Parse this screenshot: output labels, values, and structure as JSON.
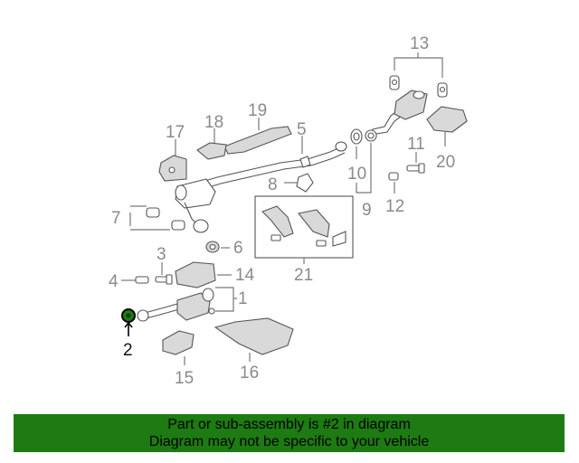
{
  "diagram": {
    "callouts": [
      "1",
      "2",
      "3",
      "4",
      "5",
      "6",
      "7",
      "8",
      "9",
      "10",
      "11",
      "12",
      "13",
      "14",
      "15",
      "16",
      "17",
      "18",
      "19",
      "20",
      "21"
    ],
    "highlight_color": "#1e7a12"
  },
  "banner": {
    "line1": "Part or sub-assembly is #2 in diagram",
    "line2": "Diagram may not be specific to your vehicle",
    "background": "#1e7a12"
  }
}
